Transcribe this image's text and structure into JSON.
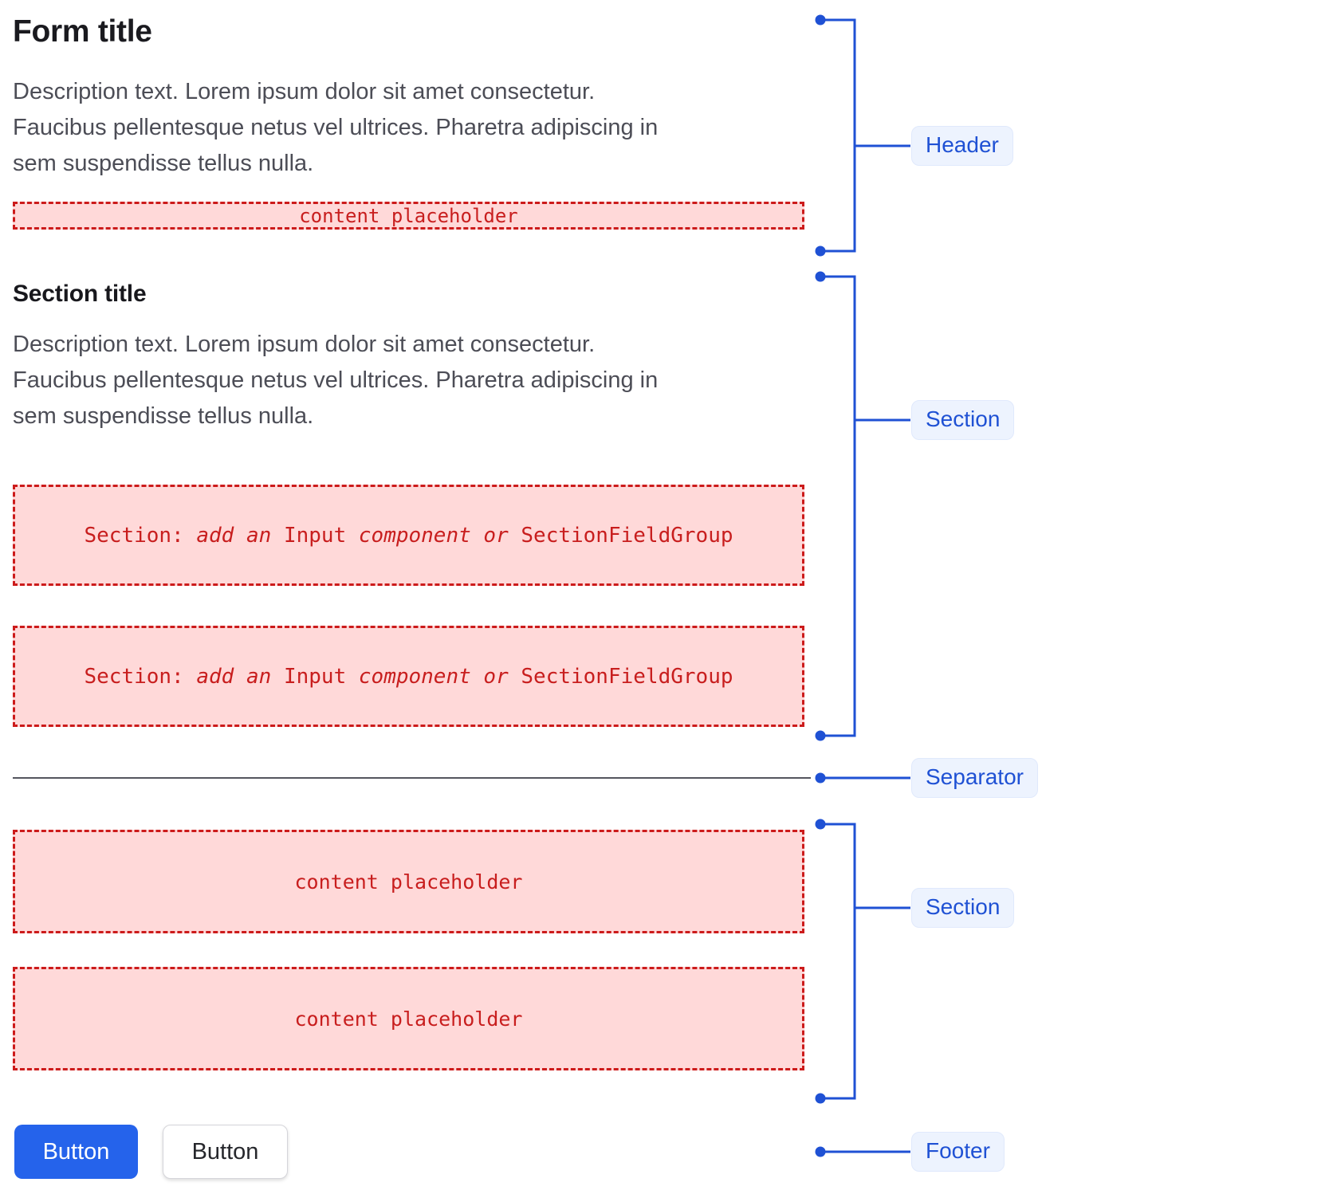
{
  "form": {
    "title": "Form title",
    "description_lines": [
      "Description text. Lorem ipsum dolor sit amet consectetur.",
      "Faucibus pellentesque netus vel ultrices. Pharetra adipiscing in",
      "sem suspendisse tellus nulla."
    ],
    "header_placeholder": "content placeholder",
    "section": {
      "title": "Section title",
      "description_lines": [
        "Description text. Lorem ipsum dolor sit amet consectetur.",
        "Faucibus pellentesque netus vel ultrices. Pharetra adipiscing in",
        "sem suspendisse tellus nulla."
      ],
      "slot_parts": {
        "label": "Section: ",
        "hint1": "add an ",
        "component1": "Input",
        "hint2": " component or ",
        "component2": "SectionFieldGroup"
      }
    },
    "section2": {
      "content_placeholder": "content placeholder"
    },
    "footer": {
      "primary_button_label": "Button",
      "secondary_button_label": "Button"
    }
  },
  "annotation": {
    "labels": [
      {
        "text": "Header"
      },
      {
        "text": "Section"
      },
      {
        "text": "Separator"
      },
      {
        "text": "Section"
      },
      {
        "text": "Footer"
      }
    ]
  },
  "colors": {
    "annotation_blue": "#1f51d4",
    "annotation_pill_bg": "#edf3fe",
    "placeholder_bg": "#ffd9d9",
    "placeholder_red": "#c81e1e",
    "primary_button_bg": "#2563eb",
    "title_text": "#1a1a1f",
    "description_text": "#4c4d56",
    "separator_line": "#54555e"
  }
}
